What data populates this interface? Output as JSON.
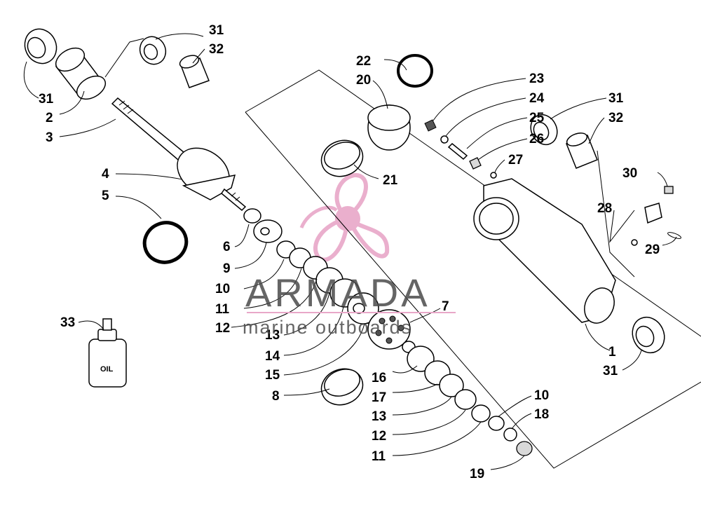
{
  "watermark": {
    "brand": "ARMADA",
    "tagline": "marine outboards",
    "logo_color": "#e8a7c8"
  },
  "oil_bottle_label": "OIL",
  "callouts": {
    "c31a": "31",
    "c32a": "32",
    "c31b": "31",
    "c2": "2",
    "c3": "3",
    "c4": "4",
    "c5": "5",
    "c6": "6",
    "c9": "9",
    "c10a": "10",
    "c11a": "11",
    "c12a": "12",
    "c13a": "13",
    "c14": "14",
    "c15": "15",
    "c8": "8",
    "c33": "33",
    "c22": "22",
    "c20": "20",
    "c21": "21",
    "c23": "23",
    "c24": "24",
    "c25": "25",
    "c26": "26",
    "c27": "27",
    "c31c": "31",
    "c32b": "32",
    "c30": "30",
    "c28": "28",
    "c29": "29",
    "c7": "7",
    "c16": "16",
    "c17": "17",
    "c13b": "13",
    "c12b": "12",
    "c11b": "11",
    "c10b": "10",
    "c18": "18",
    "c19": "19",
    "c1": "1",
    "c31d": "31"
  }
}
